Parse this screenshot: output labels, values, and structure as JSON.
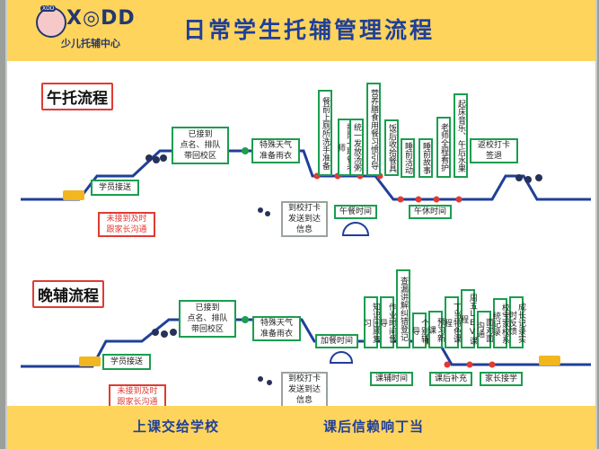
{
  "logo": {
    "brand": "X◎DD",
    "mini": "XDD",
    "subtitle": "少儿托辅中心"
  },
  "title": "日常学生托辅管理流程",
  "sections": [
    {
      "title": "午托流程",
      "top_steps": [
        "已接到\n点名、排队\n带回校区",
        "特殊天气\n准备雨衣",
        "返校打卡\n签退"
      ],
      "vertical_steps": [
        "餐前上厕所洗手准备",
        "排队一取餐老师",
        "统一发放汤粥",
        "营养膳食用餐习惯引导",
        "饭后收拾餐具",
        "睡前活动",
        "睡前故事",
        "老师全程看护",
        "起床音乐、午后水果"
      ],
      "bottom_steps": [
        "学员接送",
        "到校打卡\n发送到达\n信息",
        "午餐时间",
        "午休时间"
      ],
      "red_note": "未接到及时\n跟家长沟通"
    },
    {
      "title": "晚辅流程",
      "top_steps": [
        "已接到\n点名、排队\n带回校区",
        "特殊天气\n准备雨衣",
        "加餐时间"
      ],
      "vertical_steps": [
        "知识回顾复习",
        "作业时间督导",
        "查漏讲解纠错登记",
        "个别辅导",
        "预习新课",
        "丁当特色课程",
        "周五LEV课程",
        "面对面沟通",
        "校宝家校系统记录",
        "成长记录实时反馈"
      ],
      "bottom_steps": [
        "学员接送",
        "到校打卡\n发送到达\n信息",
        "课辅时间",
        "课后补充",
        "家长接学"
      ],
      "red_note": "未接到及时\n跟家长沟通"
    }
  ],
  "footer": {
    "left": "上课交给学校",
    "right": "课后信赖响丁当"
  },
  "colors": {
    "board": "#ffffff",
    "band": "#ffd45c",
    "line": "#1f3f99",
    "box_border": "#1a9e4f",
    "note": "#e03b33",
    "title": "#1f3f99"
  }
}
